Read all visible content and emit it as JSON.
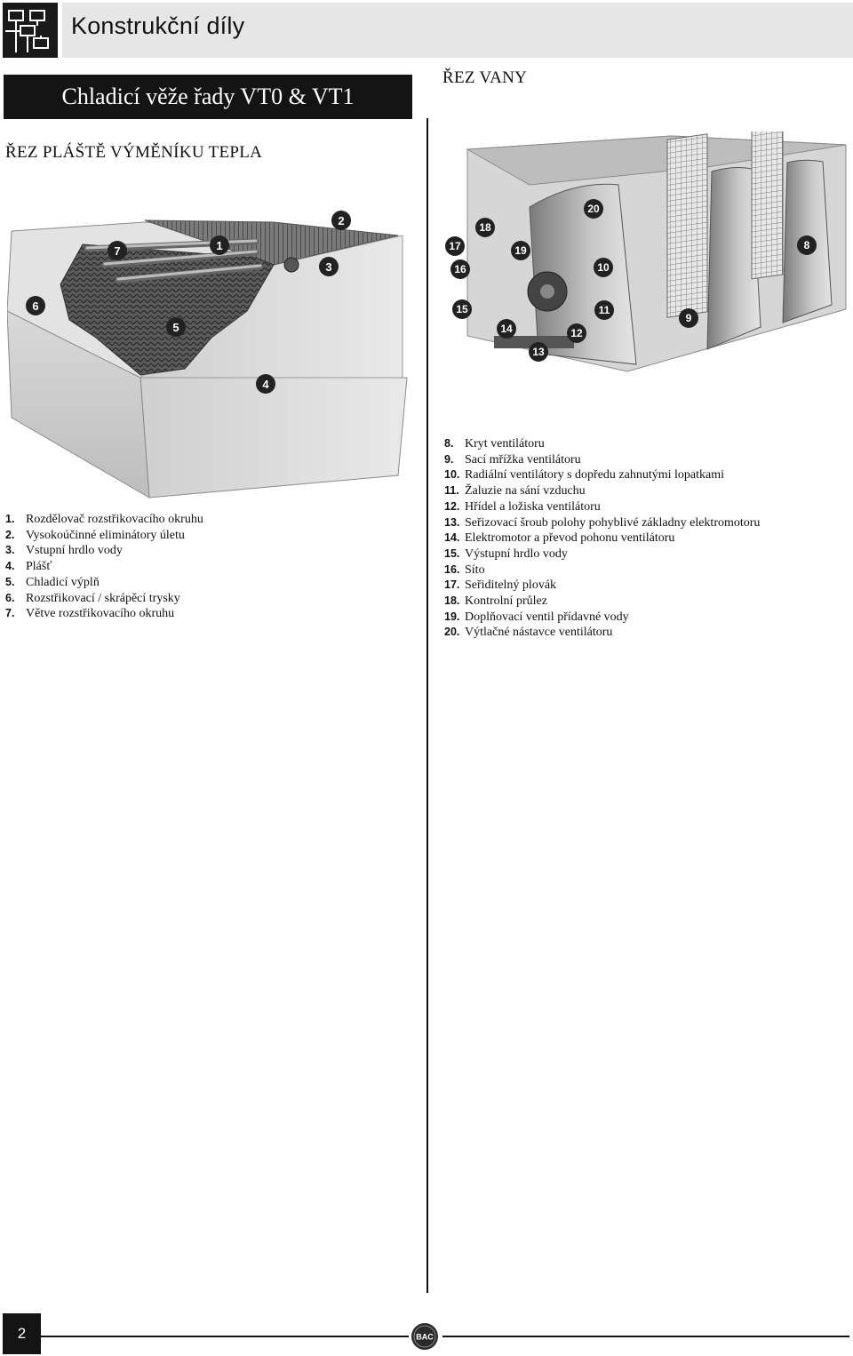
{
  "header": {
    "title": "Konstrukční díly"
  },
  "title_bar": {
    "text": "Chladicí věže řady VT0 & VT1"
  },
  "sections": {
    "left_heading": "ŘEZ PLÁŠTĚ VÝMĚNÍKU TEPLA",
    "right_heading": "ŘEZ VANY"
  },
  "figure_left": {
    "callouts": [
      "1",
      "2",
      "3",
      "4",
      "5",
      "6",
      "7"
    ]
  },
  "figure_right": {
    "callouts": [
      "8",
      "9",
      "10",
      "11",
      "12",
      "13",
      "14",
      "15",
      "16",
      "17",
      "18",
      "19",
      "20"
    ]
  },
  "legend_left": [
    {
      "num": "1.",
      "text": "Rozdělovač rozstřikovacího okruhu"
    },
    {
      "num": "2.",
      "text": "Vysokoúčinné eliminátory úletu"
    },
    {
      "num": "3.",
      "text": "Vstupní hrdlo vody"
    },
    {
      "num": "4.",
      "text": "Plášť"
    },
    {
      "num": "5.",
      "text": "Chladicí výplň"
    },
    {
      "num": "6.",
      "text": "Rozstřikovací / skrápěcí trysky"
    },
    {
      "num": "7.",
      "text": "Větve rozstřikovacího okruhu"
    }
  ],
  "legend_right": [
    {
      "num": "8.",
      "text": "Kryt ventilátoru"
    },
    {
      "num": "9.",
      "text": "Sací mřížka ventilátoru"
    },
    {
      "num": "10.",
      "text": "Radiální ventilátory s dopředu zahnutými lopatkami"
    },
    {
      "num": "11.",
      "text": "Žaluzie na sání vzduchu"
    },
    {
      "num": "12.",
      "text": "Hřídel a ložiska ventilátoru"
    },
    {
      "num": "13.",
      "text": "Seřizovací šroub polohy pohyblivé základny elektromotoru"
    },
    {
      "num": "14.",
      "text": "Elektromotor a převod pohonu ventilátoru"
    },
    {
      "num": "15.",
      "text": "Výstupní hrdlo vody"
    },
    {
      "num": "16.",
      "text": "Síto"
    },
    {
      "num": "17.",
      "text": "Seřiditelný plovák"
    },
    {
      "num": "18.",
      "text": "Kontrolní průlez"
    },
    {
      "num": "19.",
      "text": "Doplňovací ventil přídavné vody"
    },
    {
      "num": "20.",
      "text": "Výtlačné nástavce ventilátoru"
    }
  ],
  "footer": {
    "page_number": "2",
    "logo_text": "BAC"
  }
}
